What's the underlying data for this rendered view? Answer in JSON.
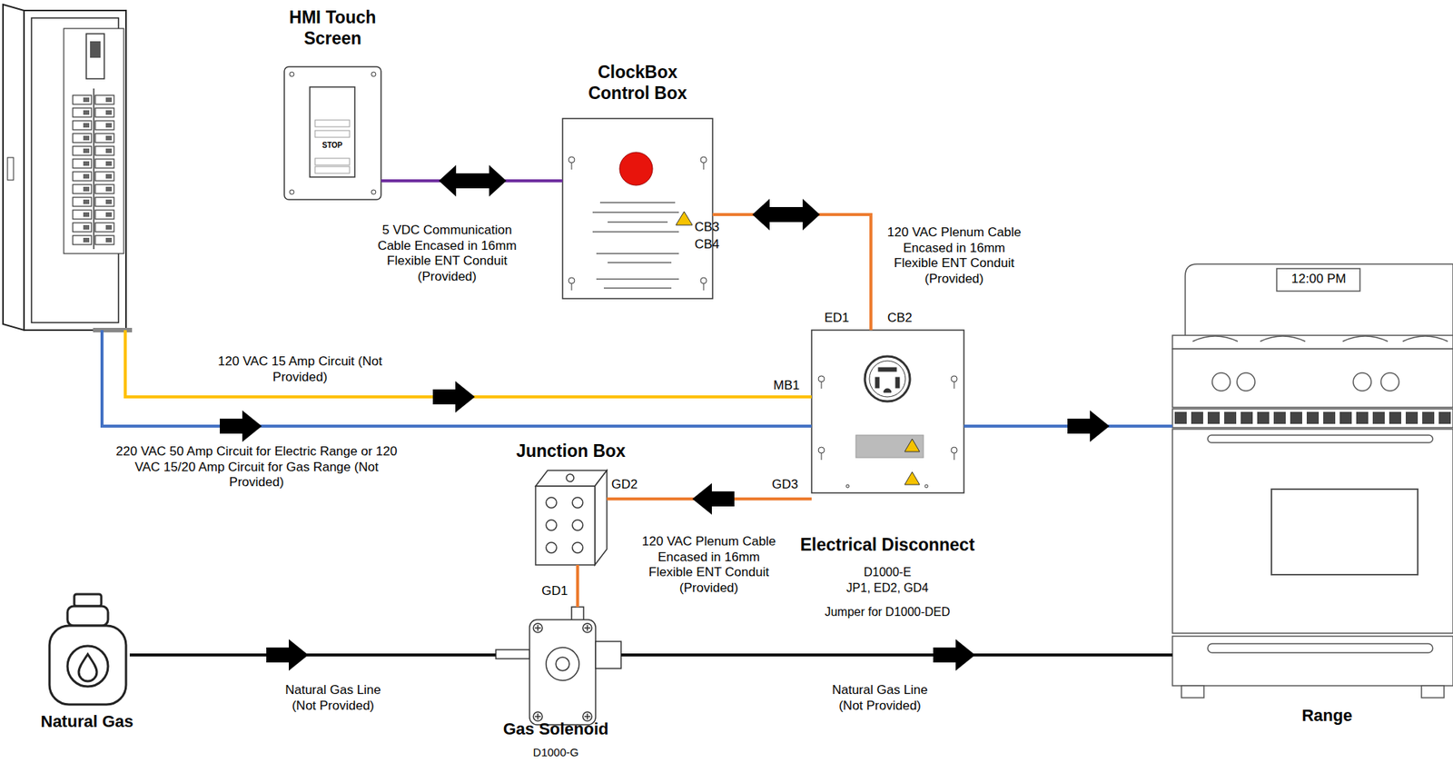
{
  "diagram": {
    "nodes": [
      {
        "text": []
      },
      {
        "text": [
          "HMI Touch Screen",
          "STOP"
        ]
      },
      {
        "text": [
          "ClockBox Control Box"
        ]
      },
      {
        "text": [
          "Electrical Disconnect",
          "D1000-E",
          "JP1, ED2, GD4",
          "Jumper for D1000-DED"
        ]
      },
      {
        "text": [
          "Junction Box"
        ]
      },
      {
        "text": [
          "Gas Solenoid",
          "D1000-G"
        ]
      },
      {
        "text": [
          "Natural Gas"
        ]
      },
      {
        "text": [
          "Range",
          "12:00 PM"
        ]
      }
    ],
    "edges": [
      {
        "from": 1,
        "to": 2,
        "arrow": "both",
        "label": "5 VDC Communication Cable Encased in 16mm Flexible ENT Conduit (Provided)"
      },
      {
        "from": 2,
        "to": 3,
        "arrow": "both",
        "label": "120 VAC Plenum Cable Encased in 16mm Flexible ENT Conduit (Provided)"
      },
      {
        "from": 0,
        "to": 3,
        "arrow": "to",
        "label": "120 VAC 15 Amp Circuit (Not Provided)"
      },
      {
        "from": 0,
        "to": 3,
        "arrow": "to",
        "label": "220 VAC 50 Amp Circuit for Electric Range or 120 VAC 15/20 Amp Circuit for Gas Range (Not Provided)"
      },
      {
        "from": 3,
        "to": 7,
        "arrow": "to"
      },
      {
        "from": 3,
        "to": 4,
        "arrow": "to",
        "label": "120 VAC Plenum Cable Encased in 16mm Flexible ENT Conduit (Provided)"
      },
      {
        "from": 4,
        "to": 5,
        "arrow": "none"
      },
      {
        "from": 6,
        "to": 5,
        "arrow": "to",
        "label": "Natural Gas Line (Not Provided)"
      },
      {
        "from": 5,
        "to": 7,
        "arrow": "to",
        "label": "Natural Gas Line (Not Provided)"
      }
    ],
    "labels": [
      "CB3",
      "CB4",
      "ED1",
      "CB2",
      "MB1",
      "GD3",
      "GD2",
      "GD1"
    ]
  }
}
